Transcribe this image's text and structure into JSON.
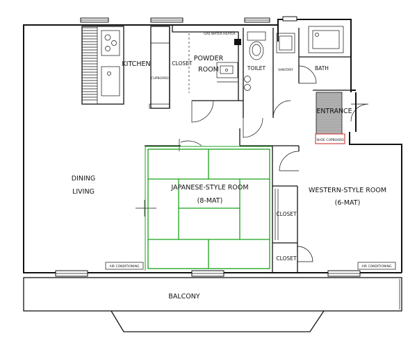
{
  "plan": {
    "rooms": {
      "kitchen": "KITCHEN",
      "cupboard": "CUPBOARD",
      "closet_top": "CLOSET",
      "powder_room_line1": "POWDER",
      "powder_room_line2": "ROOM",
      "gas_water_heater": "GAS WATER HEATER",
      "toilet": "TOILET",
      "sanitary": "SANITARY",
      "bath": "BATH",
      "entrance": "ENTRANCE",
      "shoe_cupboard": "SHOE CUPBOARD",
      "dining": "DINING",
      "living": "LIVING",
      "japanese_room_line1": "JAPANESE-STYLE ROOM",
      "japanese_room_line2": "(8-MAT)",
      "western_room_line1": "WESTERN-STYLE ROOM",
      "western_room_line2": "(6-MAT)",
      "closet_middle": "CLOSET",
      "closet_bottom": "CLOSET",
      "air_conditioning_left": "AIR CONDITIONING",
      "air_conditioning_right": "AIR CONDITIONING",
      "balcony": "BALCONY"
    },
    "colors": {
      "wall": "#111111",
      "tatami": "#18a018",
      "entrance_floor": "#b0b0b0",
      "shoe_cupboard_border": "#cc2222"
    }
  }
}
